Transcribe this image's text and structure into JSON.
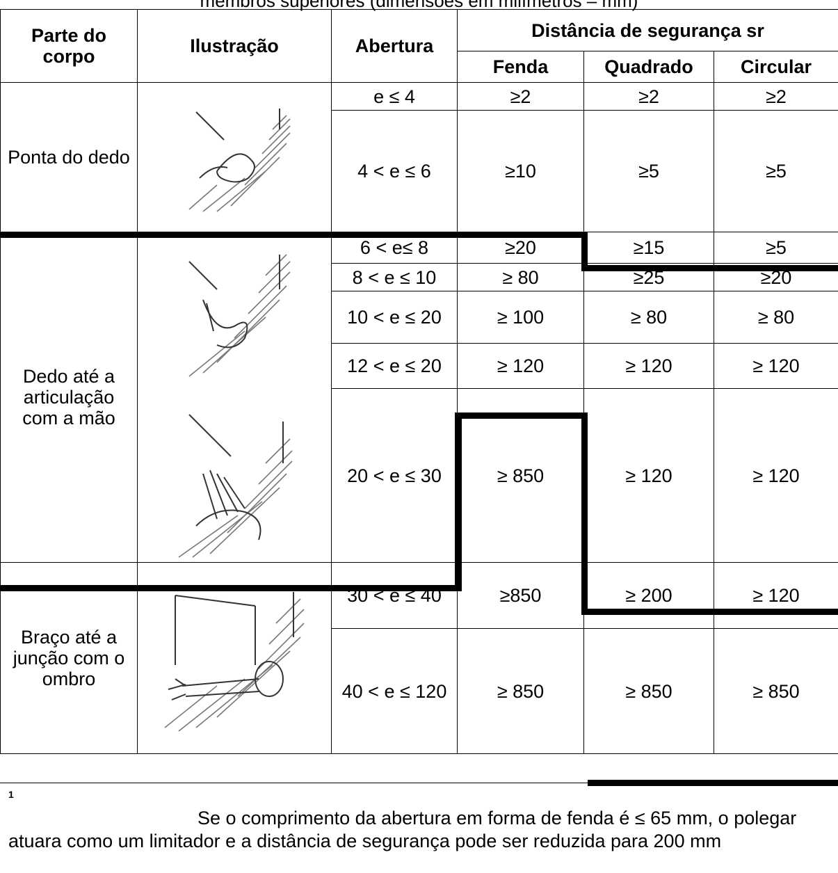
{
  "caption": "membros superiores (dimensões em milímetros – mm)",
  "headers": {
    "body_part": "Parte do corpo",
    "illustration": "Ilustração",
    "opening": "Abertura",
    "safety_distance": "Distância de segurança sr",
    "slot": "Fenda",
    "square": "Quadrado",
    "circular": "Circular"
  },
  "groups": [
    {
      "body_part": "Ponta do dedo",
      "illustration_icon": "fingertip-through-opening-icon"
    },
    {
      "body_part": "Dedo até a articulação com a mão",
      "illustration_icon": "finger-and-hand-through-opening-icon"
    },
    {
      "body_part": "Braço até a junção com o ombro",
      "illustration_icon": "arm-through-opening-icon"
    }
  ],
  "rows": [
    {
      "opening": "e ≤ 4",
      "slot": "≥2",
      "square": "≥2",
      "circular": "≥2"
    },
    {
      "opening": "4 < e ≤ 6",
      "slot": "≥10",
      "square": "≥5",
      "circular": "≥5"
    },
    {
      "opening": "6 < e≤   8",
      "slot": "≥20",
      "square": "≥15",
      "circular": "≥5"
    },
    {
      "opening": "8 < e ≤ 10",
      "slot": "≥ 80",
      "square": "≥25",
      "circular": "≥20"
    },
    {
      "opening": "10 < e ≤ 20",
      "slot": "≥ 100",
      "square": "≥ 80",
      "circular": "≥ 80"
    },
    {
      "opening": "12 < e ≤ 20",
      "slot": "≥ 120",
      "square": "≥ 120",
      "circular": "≥ 120"
    },
    {
      "opening": "20 < e ≤ 30",
      "slot": "≥ 850",
      "square": "≥ 120",
      "circular": "≥ 120"
    },
    {
      "opening": "30 < e ≤ 40",
      "slot": "≥850",
      "square": "≥ 200",
      "circular": "≥ 120"
    },
    {
      "opening": "40 < e ≤ 120",
      "slot": "≥ 850",
      "square": "≥ 850",
      "circular": "≥ 850"
    }
  ],
  "note": {
    "ref": "1",
    "text": "Se o comprimento da abertura em forma de fenda é ≤ 65 mm, o polegar atuara como um limitador e a distância de segurança pode ser reduzida para 200 mm"
  }
}
